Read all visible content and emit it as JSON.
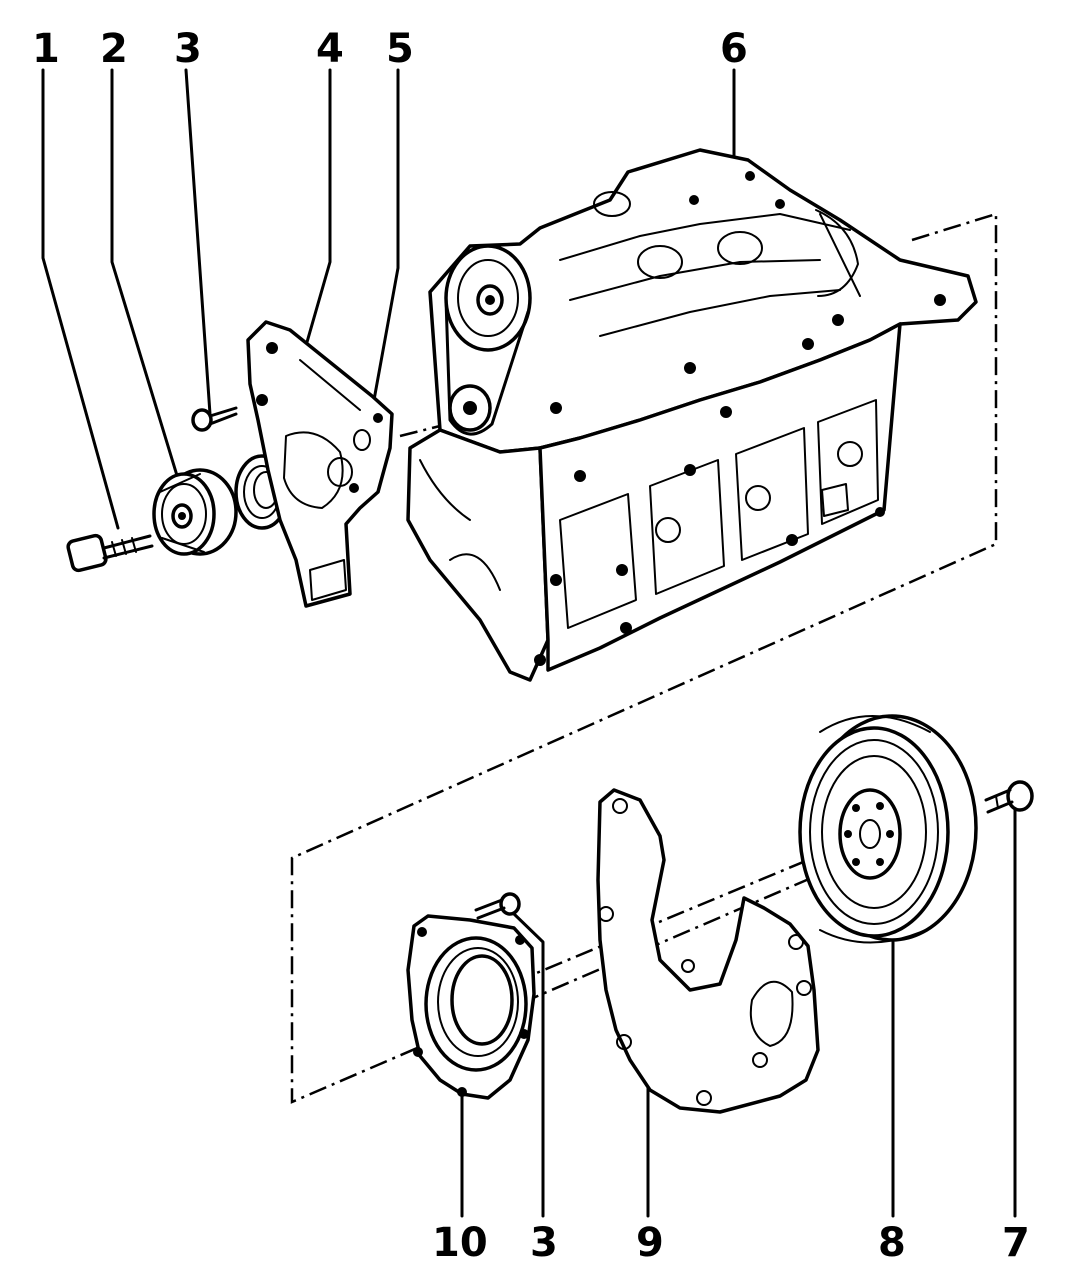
{
  "callouts": {
    "c1": "1",
    "c2": "2",
    "c3_top": "3",
    "c4": "4",
    "c5": "5",
    "c6": "6",
    "c10": "10",
    "c3_bottom": "3",
    "c9": "9",
    "c8": "8",
    "c7": "7"
  },
  "colors": {
    "ink": "#000000",
    "paper": "#ffffff"
  },
  "parts": [
    {
      "callout": "1",
      "icon": "bolt-icon"
    },
    {
      "callout": "2",
      "icon": "idler-pulley-icon"
    },
    {
      "callout": "3",
      "icon": "bolt-icon"
    },
    {
      "callout": "4",
      "icon": "seal-ring-icon"
    },
    {
      "callout": "5",
      "icon": "front-cover-housing-icon"
    },
    {
      "callout": "6",
      "icon": "engine-block-icon"
    },
    {
      "callout": "7",
      "icon": "bolt-icon"
    },
    {
      "callout": "8",
      "icon": "flywheel-icon"
    },
    {
      "callout": "9",
      "icon": "gasket-plate-icon"
    },
    {
      "callout": "10",
      "icon": "rear-seal-housing-icon"
    }
  ]
}
